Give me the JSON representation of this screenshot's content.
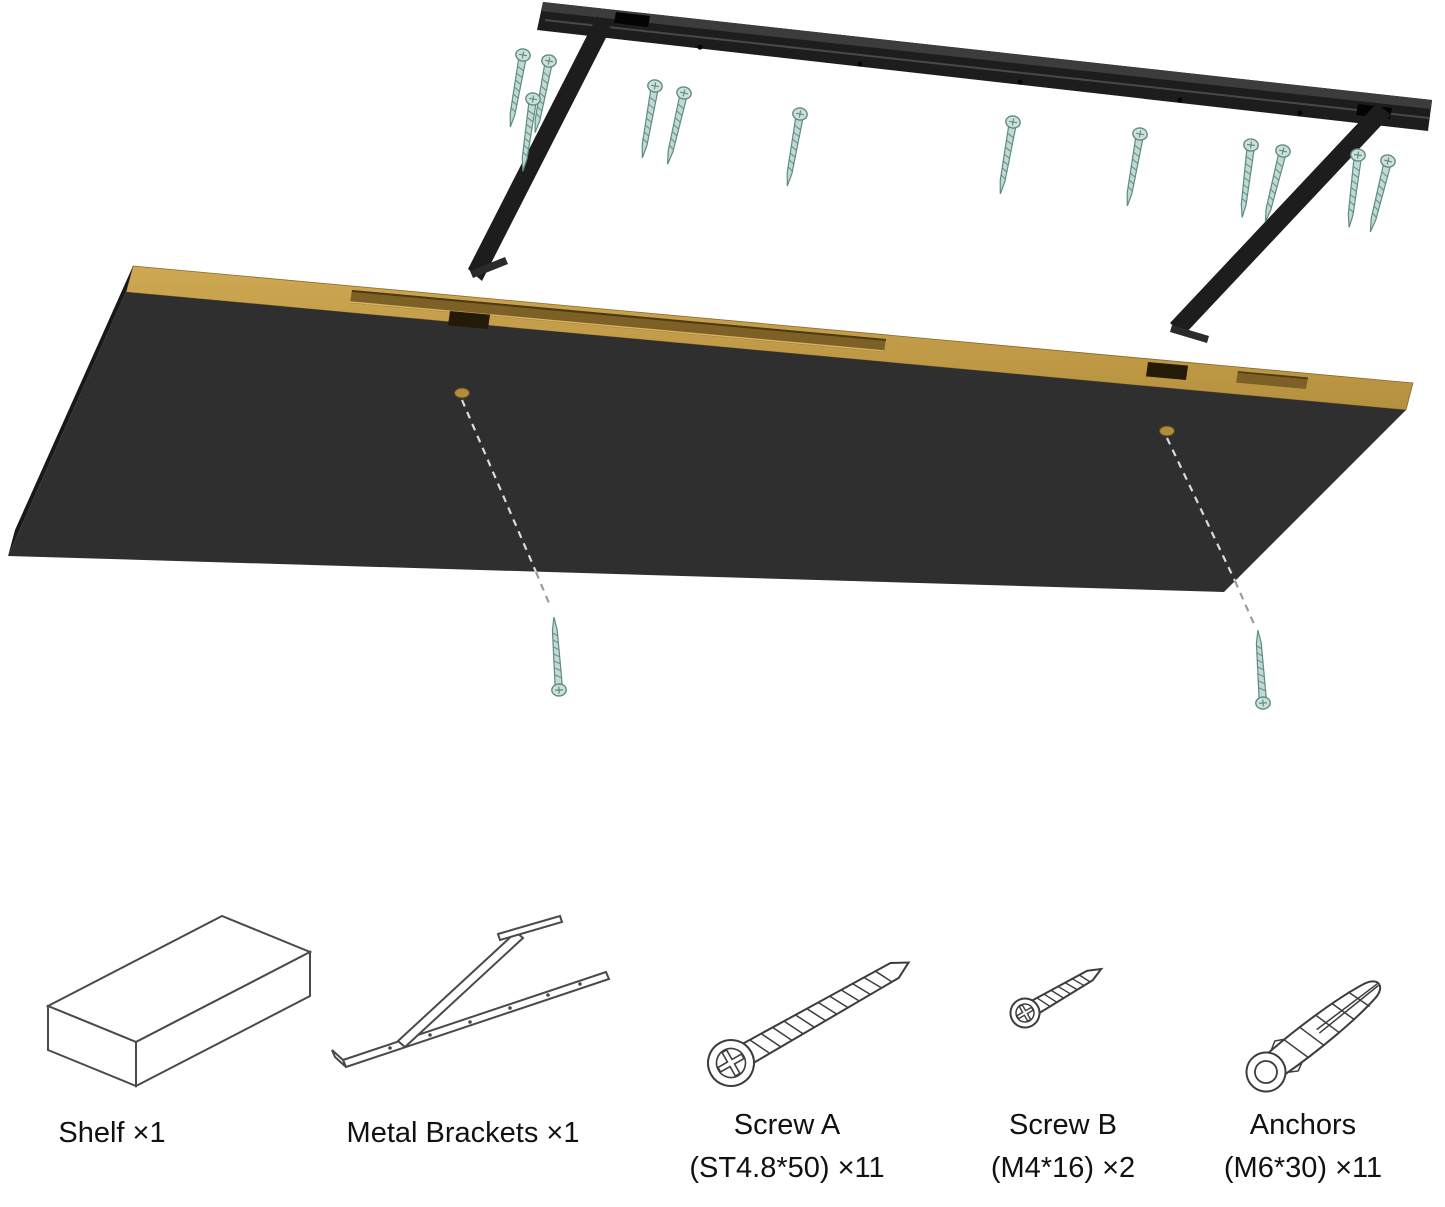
{
  "page": {
    "type": "product-assembly-exploded-diagram",
    "background": "#ffffff"
  },
  "colors": {
    "bracket": "#1d1d1d",
    "shelf_face": "#2f2f2f",
    "shelf_end": "#191919",
    "wood_edge": "#c49e48",
    "wood_groove": "#7d6026",
    "screw_fill": "#c2d8d2",
    "screw_stroke": "#5d8c84",
    "line_art": "#3d3d3d",
    "label_text": "#111111"
  },
  "parts": [
    {
      "id": "shelf",
      "label": "Shelf ×1"
    },
    {
      "id": "metal-brackets",
      "label": "Metal Brackets ×1"
    },
    {
      "id": "screw-a",
      "label": "Screw A",
      "spec": "(ST4.8*50) ×11"
    },
    {
      "id": "screw-b",
      "label": "Screw B",
      "spec": "(M4*16) ×2"
    },
    {
      "id": "anchors",
      "label": "Anchors",
      "spec": "(M6*30) ×11"
    }
  ]
}
